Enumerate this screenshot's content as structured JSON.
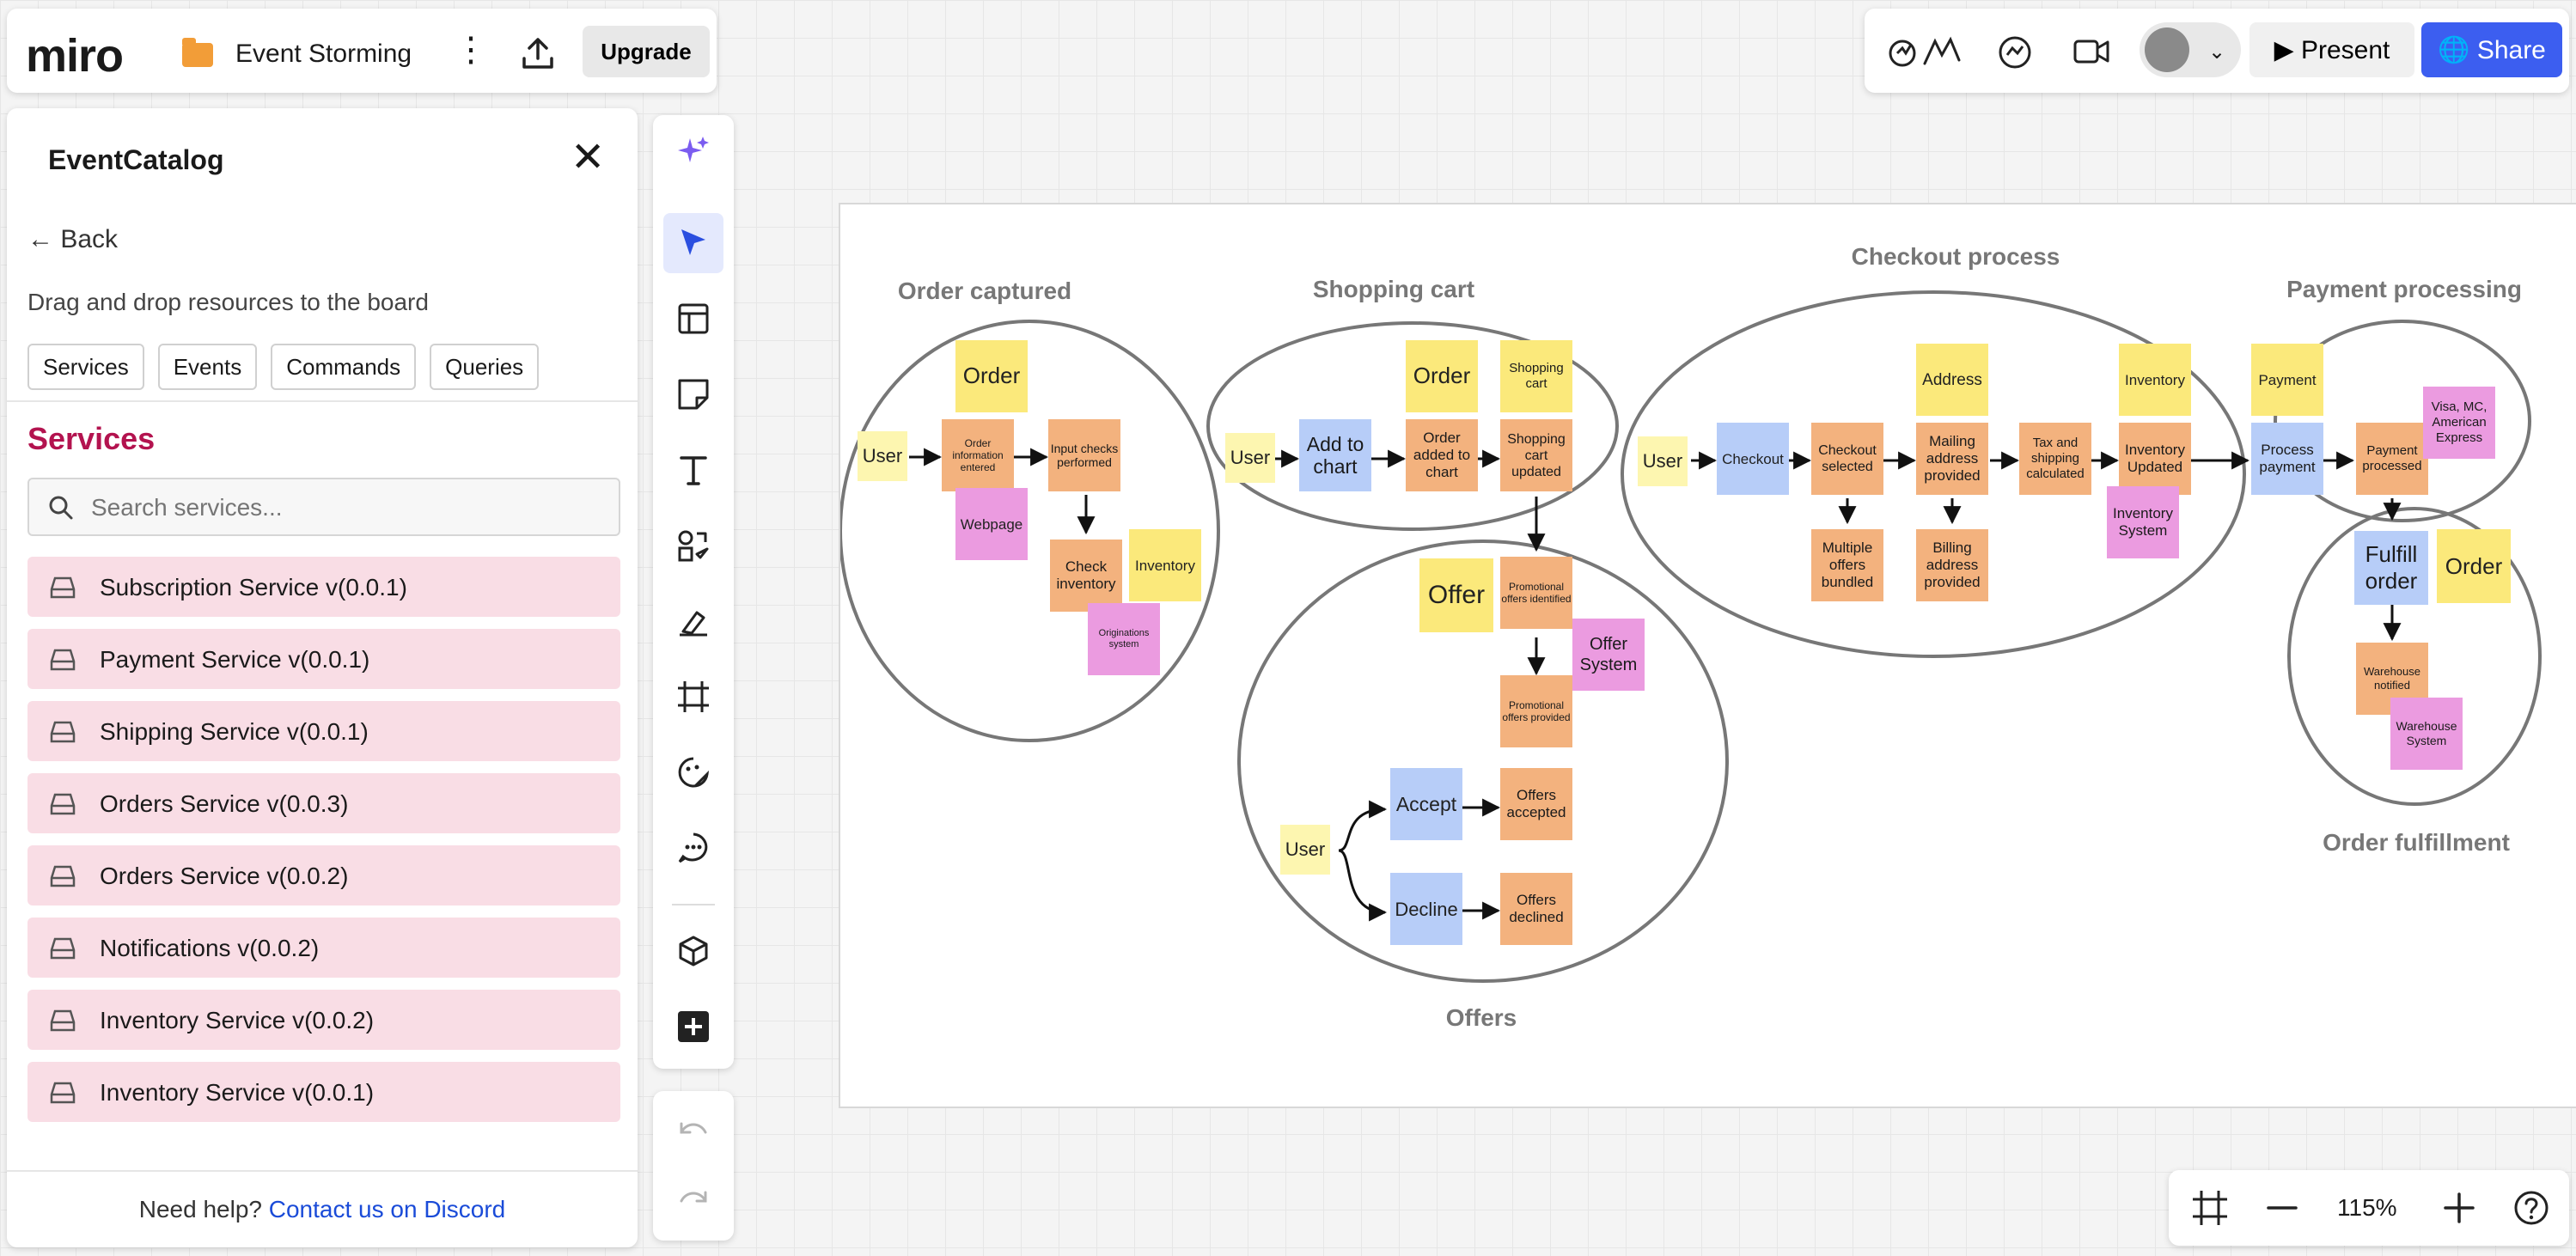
{
  "app": {
    "logo": "miro",
    "board_title": "Event Storming",
    "upgrade_label": "Upgrade"
  },
  "topbar": {
    "present_label": "Present",
    "share_label": "Share"
  },
  "panel": {
    "title": "EventCatalog",
    "back_label": "Back",
    "drag_help": "Drag and drop resources to the board",
    "tabs": [
      "Services",
      "Events",
      "Commands",
      "Queries"
    ],
    "section_heading": "Services",
    "search_placeholder": "Search services...",
    "services": [
      "Subscription Service v(0.0.1)",
      "Payment Service v(0.0.1)",
      "Shipping Service v(0.0.1)",
      "Orders Service v(0.0.3)",
      "Orders Service v(0.0.2)",
      "Notifications v(0.0.2)",
      "Inventory Service v(0.0.2)",
      "Inventory Service v(0.0.1)"
    ],
    "help_prefix": "Need help?",
    "help_link": "Contact us on Discord"
  },
  "toolbar": {
    "tools": [
      "ai-sparkle-icon",
      "select-cursor-icon",
      "template-icon",
      "sticky-note-icon",
      "text-icon",
      "shapes-icon",
      "pen-icon",
      "frame-icon",
      "sticker-icon",
      "comment-icon",
      "3d-cube-icon",
      "add-more-icon"
    ],
    "undo": "undo-icon",
    "redo": "redo-icon"
  },
  "zoom": {
    "level": "115%"
  },
  "colors": {
    "yellow": "#fbe97b",
    "orange": "#f3b27e",
    "blue": "#b7cdf8",
    "pink": "#eb9be0",
    "light_yellow": "#fdf6b0",
    "accent": "#3c5ef0",
    "services_heading": "#b3134f"
  },
  "board": {
    "clusters": [
      "Order captured",
      "Shopping cart",
      "Checkout process",
      "Payment processing",
      "Offers",
      "Order fulfillment"
    ],
    "notes": {
      "order_1": "Order",
      "user_1": "User",
      "order_info": "Order information entered",
      "input_checks": "Input checks performed",
      "webpage": "Webpage",
      "check_inventory": "Check inventory",
      "inventory_1": "Inventory",
      "originations": "Originations system",
      "user_2": "User",
      "add_to_chart": "Add to chart",
      "order_2": "Order",
      "order_added": "Order added to chart",
      "shopping_cart": "Shopping cart",
      "cart_updated": "Shopping cart updated",
      "offer": "Offer",
      "promo_identified": "Promotional offers identified",
      "offer_system": "Offer System",
      "promo_provided": "Promotional offers provided",
      "user_3": "User",
      "accept": "Accept",
      "offers_accepted": "Offers accepted",
      "decline": "Decline",
      "offers_declined": "Offers declined",
      "user_4": "User",
      "checkout": "Checkout",
      "checkout_selected": "Checkout selected",
      "multiple_offers": "Multiple offers bundled",
      "address": "Address",
      "mailing_address": "Mailing address provided",
      "billing_address": "Billing address provided",
      "tax_shipping": "Tax and shipping calculated",
      "inventory_2": "Inventory",
      "inventory_updated": "Inventory Updated",
      "inventory_system": "Inventory System",
      "payment": "Payment",
      "process_payment": "Process payment",
      "payment_processed": "Payment processed",
      "visa": "Visa, MC, American Express",
      "fulfill_order": "Fulfill order",
      "order_3": "Order",
      "warehouse_notified": "Warehouse notified",
      "warehouse_system": "Warehouse System"
    }
  }
}
